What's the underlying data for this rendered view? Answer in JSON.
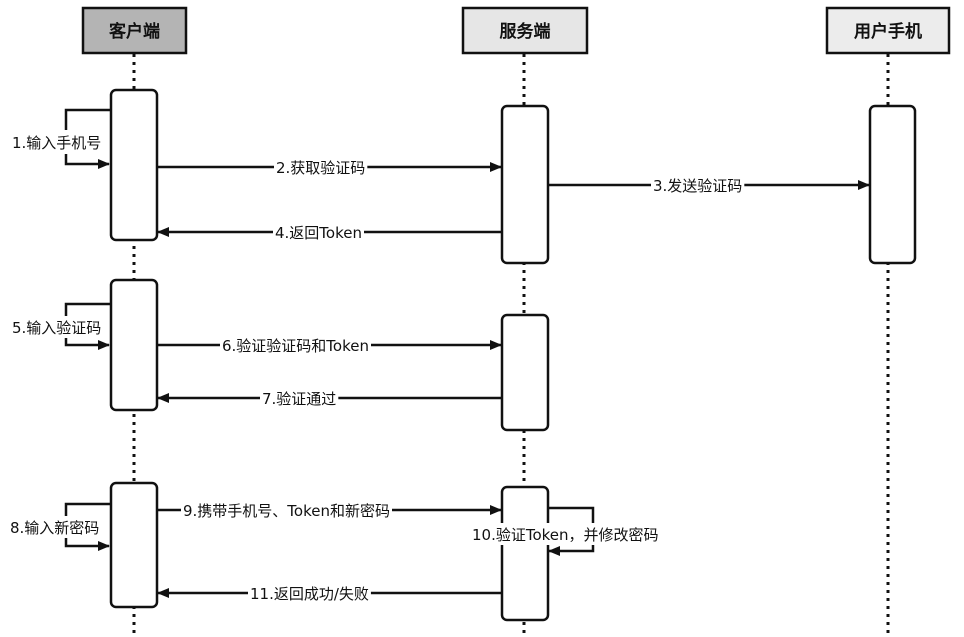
{
  "diagram": {
    "type": "sequence",
    "colors": {
      "stroke": "#111111",
      "client_header_fill": "#b4b4b4",
      "server_header_fill": "#e6e6e6",
      "phone_header_fill": "#ececec",
      "activation_fill": "#ffffff",
      "background": "#ffffff"
    },
    "participants": [
      {
        "id": "client",
        "label": "客户端"
      },
      {
        "id": "server",
        "label": "服务端"
      },
      {
        "id": "phone",
        "label": "用户手机"
      }
    ],
    "messages": [
      {
        "step": 1,
        "label": "1.输入手机号",
        "from": "client",
        "to": "client",
        "kind": "self"
      },
      {
        "step": 2,
        "label": "2.获取验证码",
        "from": "client",
        "to": "server",
        "kind": "call"
      },
      {
        "step": 3,
        "label": "3.发送验证码",
        "from": "server",
        "to": "phone",
        "kind": "call"
      },
      {
        "step": 4,
        "label": "4.返回Token",
        "from": "server",
        "to": "client",
        "kind": "return"
      },
      {
        "step": 5,
        "label": "5.输入验证码",
        "from": "client",
        "to": "client",
        "kind": "self"
      },
      {
        "step": 6,
        "label": "6.验证验证码和Token",
        "from": "client",
        "to": "server",
        "kind": "call"
      },
      {
        "step": 7,
        "label": "7.验证通过",
        "from": "server",
        "to": "client",
        "kind": "return"
      },
      {
        "step": 8,
        "label": "8.输入新密码",
        "from": "client",
        "to": "client",
        "kind": "self"
      },
      {
        "step": 9,
        "label": "9.携带手机号、Token和新密码",
        "from": "client",
        "to": "server",
        "kind": "call"
      },
      {
        "step": 10,
        "label": "10.验证Token，并修改密码",
        "from": "server",
        "to": "server",
        "kind": "self"
      },
      {
        "step": 11,
        "label": "11.返回成功/失败",
        "from": "server",
        "to": "client",
        "kind": "return"
      }
    ]
  }
}
